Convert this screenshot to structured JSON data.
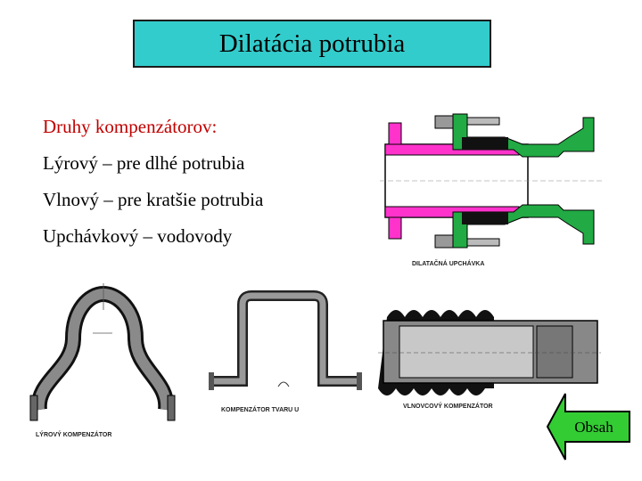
{
  "title": "Dilatácia potrubia",
  "types_heading": "Druhy kompenzátorov:",
  "types": [
    "Lýrový – pre dlhé potrubia",
    "Vlnový – pre kratšie potrubia",
    "Upchávkový – vodovody"
  ],
  "captions": {
    "gland": "DILATAČNÁ UPCHÁVKA",
    "lyre": "LÝROVÝ KOMPENZÁTOR",
    "u_shape": "KOMPENZÁTOR TVARU U",
    "bellows": "VLNOVCOVÝ KOMPENZÁTOR"
  },
  "nav": {
    "label": "Obsah"
  },
  "colors": {
    "title_bg": "#33cccc",
    "heading": "#c00000",
    "gland_inner": "#ff33cc",
    "gland_outer": "#22aa44",
    "nav_arrow": "#33cc33"
  }
}
